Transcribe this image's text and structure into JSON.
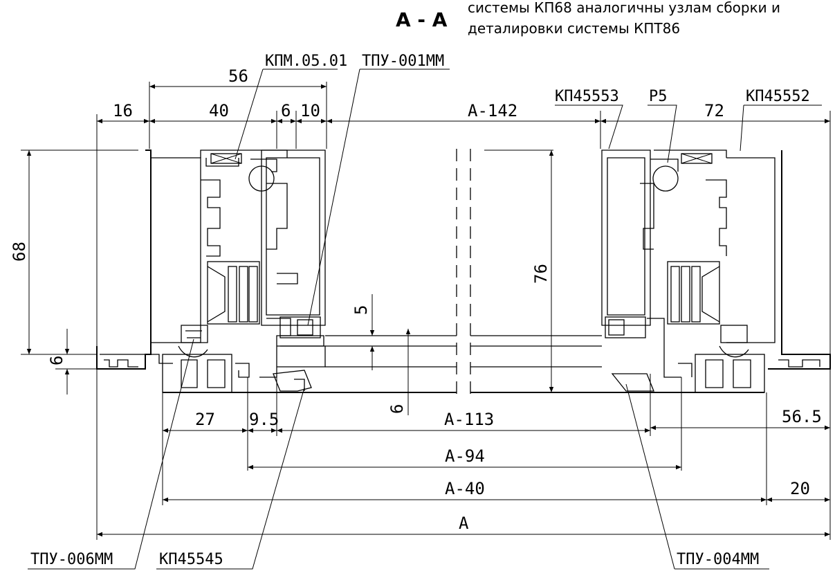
{
  "section_title": "A - A",
  "note": {
    "line1": "системы КП68 аналогичны узлам сборки и",
    "line2": "деталировки системы КПТ86"
  },
  "parts": {
    "kpm_05_01": "КПМ.05.01",
    "tpu_001mm": "ТПУ-001ММ",
    "kp45553": "КП45553",
    "p5": "Р5",
    "kp45552": "КП45552",
    "tpu_006mm": "ТПУ-006ММ",
    "kp45545": "КП45545",
    "tpu_004mm": "ТПУ-004ММ"
  },
  "dimensions": {
    "d56": "56",
    "d16": "16",
    "d40": "40",
    "d6_top": "6",
    "d10": "10",
    "a_142": "A-142",
    "d72": "72",
    "d68": "68",
    "d6_left": "6",
    "d76": "76",
    "d5": "5",
    "d6_mid": "6",
    "d27": "27",
    "d9_5": "9.5",
    "a_113": "A-113",
    "d56_5": "56.5",
    "a_94": "A-94",
    "a_40": "A-40",
    "d20": "20",
    "a": "A"
  }
}
